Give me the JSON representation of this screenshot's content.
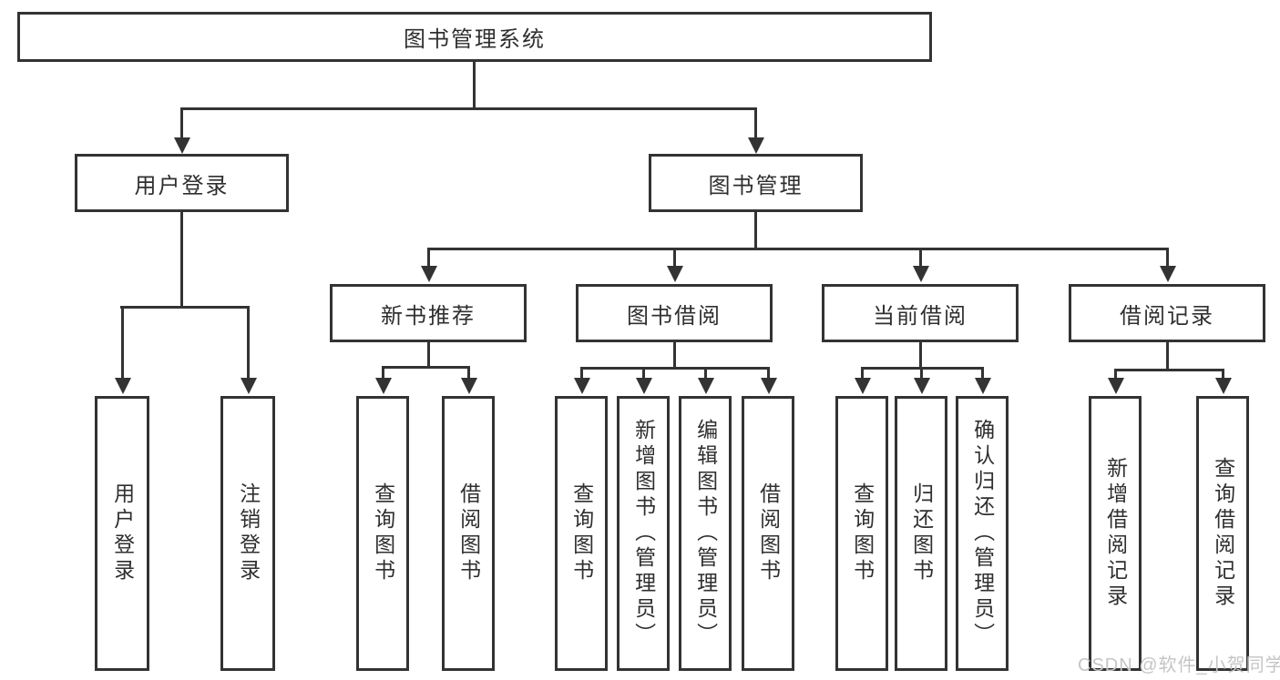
{
  "tree": {
    "label": "图书管理系统",
    "children": [
      {
        "label": "用户登录",
        "children": [
          {
            "label": "用户登录"
          },
          {
            "label": "注销登录"
          }
        ]
      },
      {
        "label": "图书管理",
        "children": [
          {
            "label": "新书推荐",
            "children": [
              {
                "label": "查询图书"
              },
              {
                "label": "借阅图书"
              }
            ]
          },
          {
            "label": "图书借阅",
            "children": [
              {
                "label": "查询图书"
              },
              {
                "label": "新增图书（管理员）"
              },
              {
                "label": "编辑图书（管理员）"
              },
              {
                "label": "借阅图书"
              }
            ]
          },
          {
            "label": "当前借阅",
            "children": [
              {
                "label": "查询图书"
              },
              {
                "label": "归还图书"
              },
              {
                "label": "确认归还（管理员）"
              }
            ]
          },
          {
            "label": "借阅记录",
            "children": [
              {
                "label": "新增借阅记录"
              },
              {
                "label": "查询借阅记录"
              }
            ]
          }
        ]
      }
    ]
  },
  "watermark": {
    "text": "CSDN @软件_小贺同学"
  },
  "colors": {
    "line": "#333333",
    "text": "#2f2f2f",
    "background": "#ffffff",
    "watermark": "#c5c5c5"
  }
}
